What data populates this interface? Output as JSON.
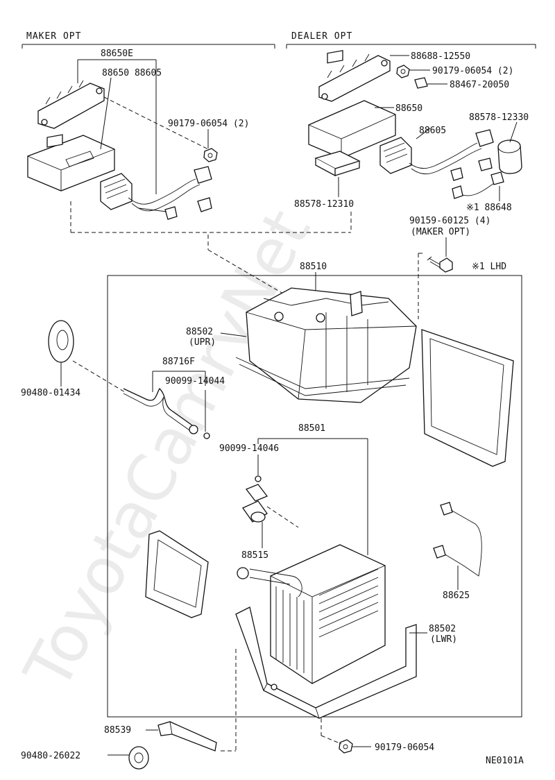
{
  "sections": {
    "maker": "MAKER OPT",
    "dealer": "DEALER OPT"
  },
  "labels": {
    "p88650E": "88650E",
    "p88650_88605": "88650 88605",
    "p90179_06054_2_left": "90179-06054 (2)",
    "p88688_12550": "88688-12550",
    "p90179_06054_2_right": "90179-06054 (2)",
    "p88467_20050": "88467-20050",
    "p88650_right": "88650",
    "p88578_12330": "88578-12330",
    "p88605_right": "88605",
    "p88578_12310": "88578-12310",
    "p88648": "※1 88648",
    "p90159_60125": "90159-60125 (4)",
    "p_maker_opt_note": "(MAKER OPT)",
    "p_lhd": "※1 LHD",
    "p88510": "88510",
    "p88502_upr": "88502",
    "p88502_upr_note": "(UPR)",
    "p88716F": "88716F",
    "p90099_14044": "90099-14044",
    "p90480_01434": "90480-01434",
    "p88501": "88501",
    "p90099_14046": "90099-14046",
    "p88515": "88515",
    "p88625": "88625",
    "p88502_lwr": "88502",
    "p88502_lwr_note": "(LWR)",
    "p88539": "88539",
    "p90480_26022": "90480-26022",
    "p90179_06054_bottom": "90179-06054",
    "diagram_code": "NE0101A"
  },
  "watermark": "ToyotaCamryNet"
}
